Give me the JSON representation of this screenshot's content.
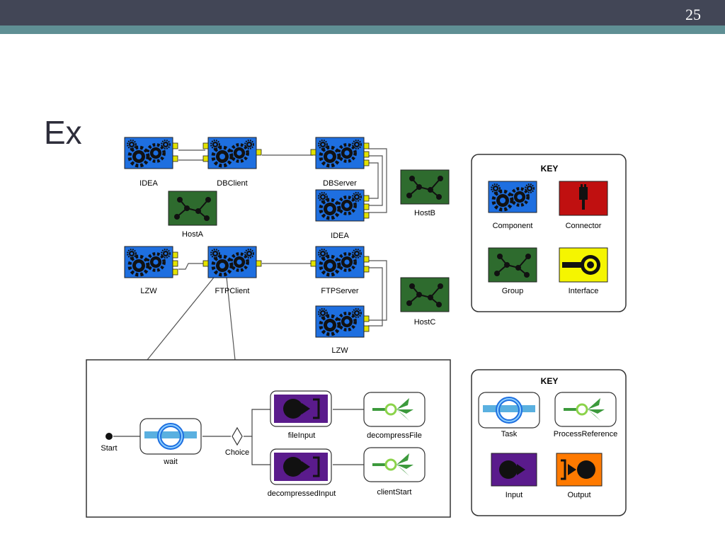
{
  "slide": {
    "number": "25",
    "title_visible_fragment": "Ex"
  },
  "colors": {
    "component": "#1e6fe0",
    "group": "#2e6b2e",
    "connector": "#c01010",
    "interface": "#f5f500",
    "input": "#5a1b8c",
    "output": "#ff7a00",
    "connector_pad": "#e3e300"
  },
  "top_diagram": {
    "components": [
      "IDEA",
      "DBClient",
      "DBServer",
      "IDEA",
      "LZW",
      "FTPClient",
      "FTPServer",
      "LZW"
    ],
    "groups": [
      "HostA",
      "HostB",
      "HostC"
    ]
  },
  "key1": {
    "title": "KEY",
    "items": [
      "Component",
      "Connector",
      "Group",
      "Interface"
    ]
  },
  "detail": {
    "start": "Start",
    "task": "wait",
    "choice": "Choice",
    "inputs": [
      "fileInput",
      "decompressedInput"
    ],
    "process_refs": [
      "decompressFile",
      "clientStart"
    ]
  },
  "key2": {
    "title": "KEY",
    "items": [
      "Task",
      "ProcessReference",
      "Input",
      "Output"
    ]
  }
}
